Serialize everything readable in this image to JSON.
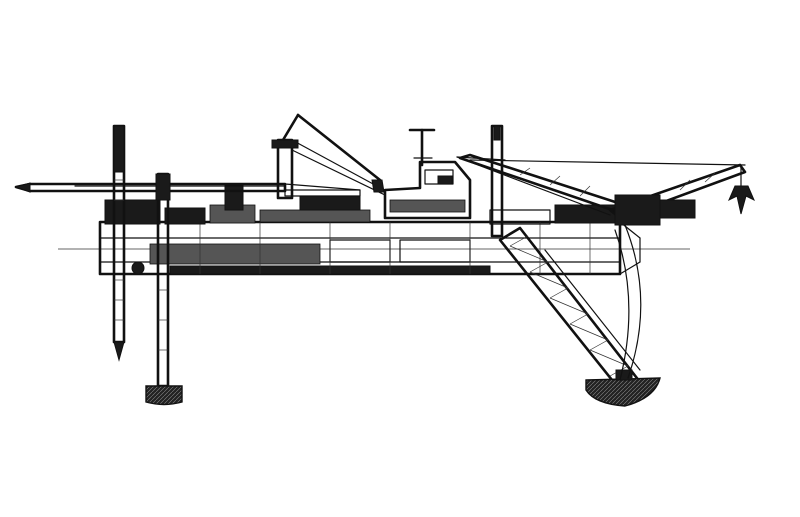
{
  "drawing": {
    "title": "",
    "colors": {
      "ink": "#111111",
      "background": "#ffffff"
    },
    "components": [
      "spud-pole-aft",
      "spud-pole-working",
      "spud-carrier",
      "hull-pontoon",
      "a-frame-crane",
      "deckhouse",
      "radar-mast",
      "ladder-gantry",
      "cutter-ladder",
      "cutter-head",
      "ladder-hoist-wire",
      "anchor-boom",
      "anchor"
    ]
  }
}
